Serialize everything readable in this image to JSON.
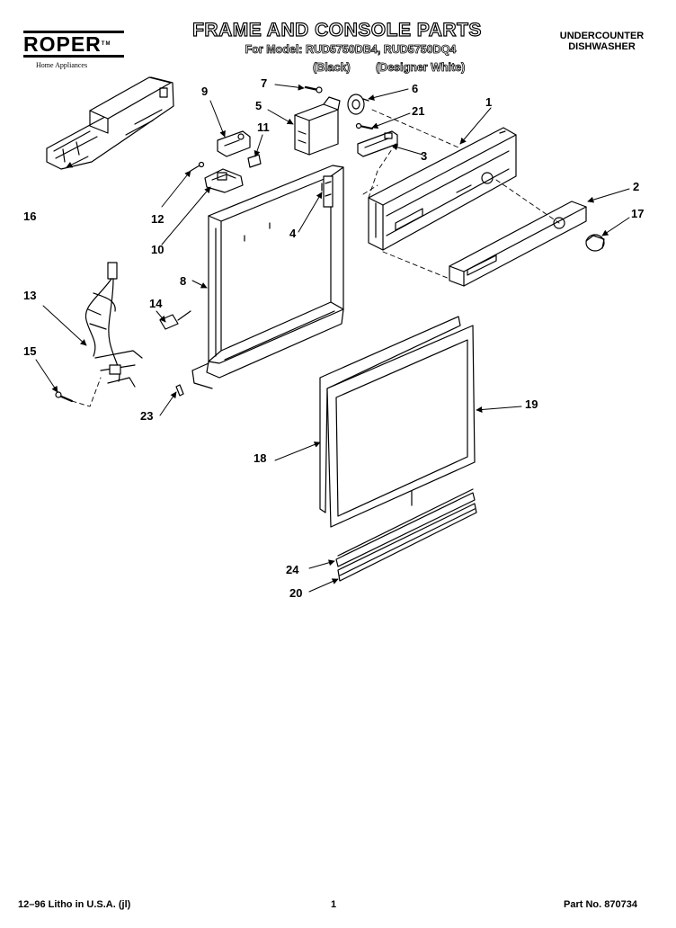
{
  "header": {
    "brand": "ROPER",
    "brand_tm": "TM",
    "brand_sub": "Home Appliances",
    "title": "FRAME AND CONSOLE PARTS",
    "model_line": "For Model: RUD5750DB4, RUD5750DQ4",
    "finish_black": "(Black)",
    "finish_white": "(Designer White)",
    "product_line1": "UNDERCOUNTER",
    "product_line2": "DISHWASHER"
  },
  "callouts": {
    "c1": "1",
    "c2": "2",
    "c3": "3",
    "c4": "4",
    "c5": "5",
    "c6": "6",
    "c7": "7",
    "c8": "8",
    "c9": "9",
    "c10": "10",
    "c11": "11",
    "c12": "12",
    "c13": "13",
    "c14": "14",
    "c15": "15",
    "c16": "16",
    "c17": "17",
    "c18": "18",
    "c19": "19",
    "c20": "20",
    "c21": "21",
    "c23": "23",
    "c24": "24"
  },
  "footer": {
    "litho": "12–96 Litho in U.S.A. (jl)",
    "page": "1",
    "part_no": "Part No. 870734"
  }
}
